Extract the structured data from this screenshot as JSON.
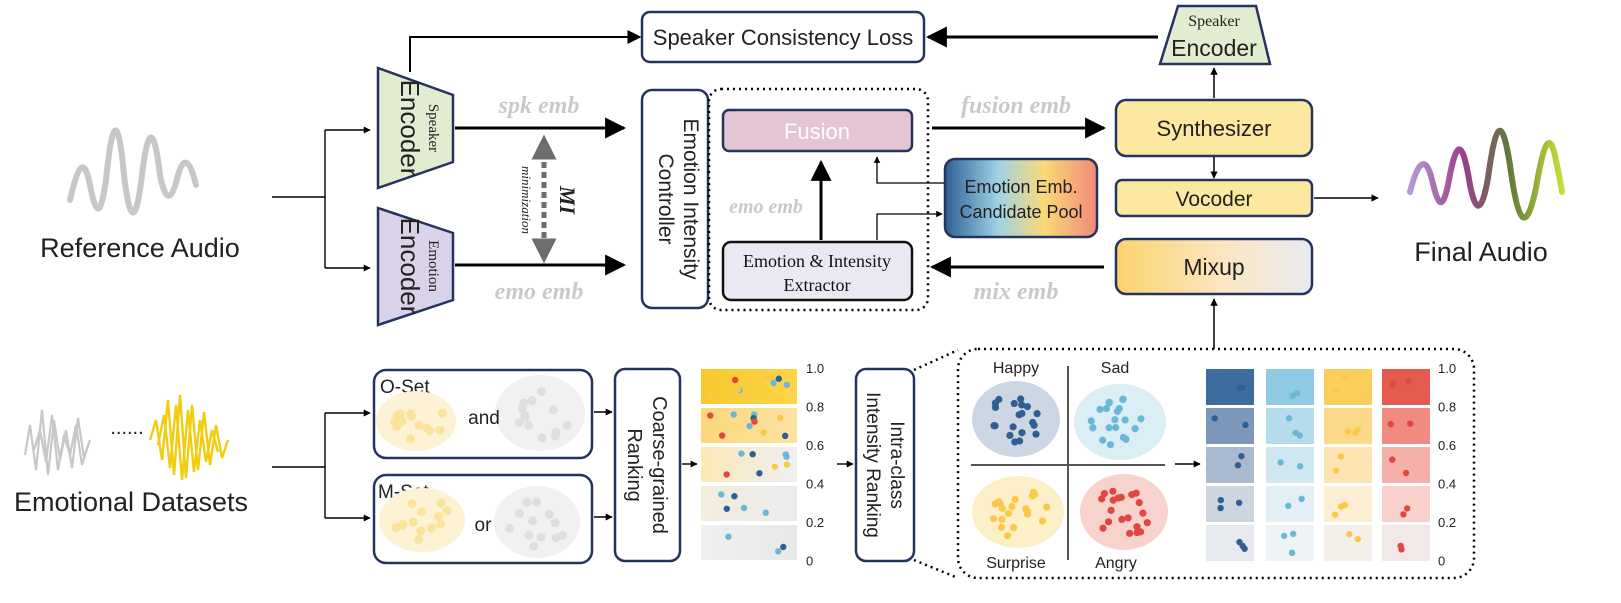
{
  "labels": {
    "reference_audio": "Reference Audio",
    "emotional_datasets": "Emotional Datasets",
    "final_audio": "Final Audio",
    "ellipsis": "......"
  },
  "encoders": {
    "speaker_small": "Speaker",
    "speaker_big": "Encoder",
    "emotion_small": "Emotion",
    "emotion_big": "Encoder",
    "top_speaker_small": "Speaker",
    "top_speaker_big": "Encoder"
  },
  "boxes": {
    "speaker_consistency_loss": "Speaker Consistency Loss",
    "controller_line1": "Emotion Intensity",
    "controller_line2": "Controller",
    "fusion": "Fusion",
    "extractor_line1": "Emotion & Intensity",
    "extractor_line2": "Extractor",
    "candidate_line1": "Emotion Emb.",
    "candidate_line2": "Candidate Pool",
    "synthesizer": "Synthesizer",
    "vocoder": "Vocoder",
    "mixup": "Mixup",
    "coarse_line1": "Coarse-grained",
    "coarse_line2": "Ranking",
    "intra_line1": "Intra-class",
    "intra_line2": "Intensity Ranking"
  },
  "edge_labels": {
    "spk_emb": "spk emb",
    "emo_emb_left": "emo emb",
    "emo_emb_mid": "emo emb",
    "fusion_emb": "fusion emb",
    "mix_emb": "mix emb",
    "mi": "MI",
    "minimization": "minimization"
  },
  "sets": {
    "o_set": "O-Set",
    "m_set": "M-Set",
    "and_word": "and",
    "or_word": "or"
  },
  "clusters": {
    "happy": "Happy",
    "sad": "Sad",
    "surprise": "Surprise",
    "angry": "Angry"
  },
  "scale": [
    "1.0",
    "0.8",
    "0.6",
    "0.4",
    "0.2",
    "0"
  ],
  "colors": {
    "speaker_encoder": "#e2ecd0",
    "emotion_encoder": "#d9d2e8",
    "fusion": "#e5c4d4",
    "synth": "#fde8a0",
    "happy": "#2f5f93",
    "sad": "#6bb8d6",
    "surprise": "#fbc94a",
    "angry": "#e0473f"
  }
}
